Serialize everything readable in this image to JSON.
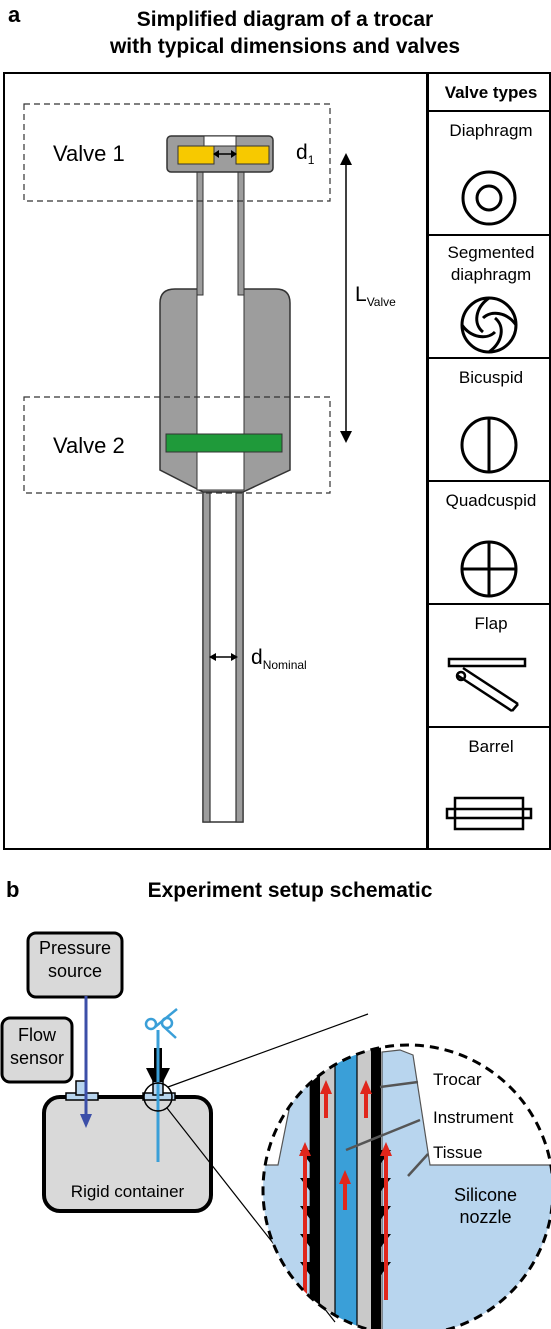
{
  "panel_a": {
    "letter": "a",
    "title_line1": "Simplified diagram of a trocar",
    "title_line2": "with typical dimensions and valves",
    "valve1_label": "Valve 1",
    "valve2_label": "Valve 2",
    "d1_main": "d",
    "d1_sub": "1",
    "lvalve_main": "L",
    "lvalve_sub": "Valve",
    "dnominal_main": "d",
    "dnominal_sub": "Nominal",
    "colors": {
      "trocar_gray": "#9d9d9d",
      "valve1_yellow": "#f7c900",
      "valve2_green": "#1f9a3a"
    }
  },
  "valve_types": {
    "header": "Valve types",
    "items": [
      {
        "name_line1": "Diaphragm",
        "name_line2": "",
        "icon": "diaphragm-icon"
      },
      {
        "name_line1": "Segmented",
        "name_line2": "diaphragm",
        "icon": "segmented-diaphragm-icon"
      },
      {
        "name_line1": "Bicuspid",
        "name_line2": "",
        "icon": "bicuspid-icon"
      },
      {
        "name_line1": "Quadcuspid",
        "name_line2": "",
        "icon": "quadcuspid-icon"
      },
      {
        "name_line1": "Flap",
        "name_line2": "",
        "icon": "flap-icon"
      },
      {
        "name_line1": "Barrel",
        "name_line2": "",
        "icon": "barrel-icon"
      }
    ]
  },
  "panel_b": {
    "letter": "b",
    "title": "Experiment setup schematic",
    "pressure_line1": "Pressure",
    "pressure_line2": "source",
    "flow_line1": "Flow",
    "flow_line2": "sensor",
    "container_label": "Rigid container",
    "trocar_label": "Trocar",
    "instrument_label": "Instrument",
    "tissue_label": "Tissue",
    "nozzle_line1": "Silicone",
    "nozzle_line2": "nozzle",
    "colors": {
      "box_gray": "#d9d9d9",
      "flow_arrow_blue": "#3c4fa8",
      "instrument_blue": "#3a9fd8",
      "silicone_blue": "#b8d5ee",
      "arrow_red": "#e0261b"
    }
  }
}
